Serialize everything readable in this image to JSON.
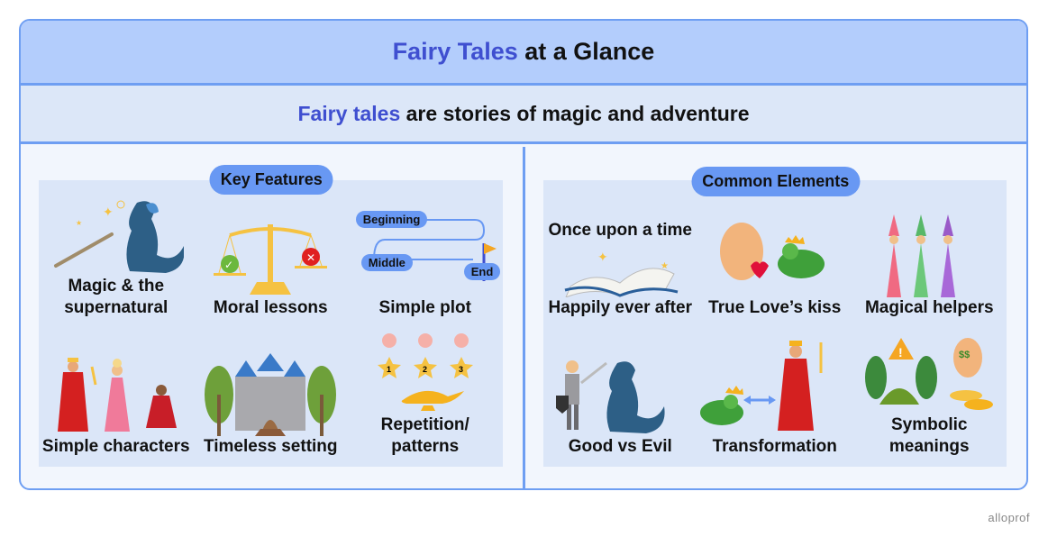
{
  "title": {
    "highlight": "Fairy Tales",
    "rest": " at a Glance"
  },
  "subtitle": {
    "highlight": "Fairy tales",
    "rest": " are stories of magic and adventure"
  },
  "colors": {
    "accent_text": "#3f4fd0",
    "title_bg": "#b3cdfc",
    "subtitle_bg": "#dce7f8",
    "border": "#6e9ef2",
    "pill": "#6898f3",
    "panel_bg": "#dbe6f8"
  },
  "key_features": {
    "heading": "Key Features",
    "items": [
      {
        "label": "Magic & the supernatural",
        "icon": "dragon-wand-icon"
      },
      {
        "label": "Moral lessons",
        "icon": "scales-icon"
      },
      {
        "label": "Simple plot",
        "icon": "plot-path-icon"
      },
      {
        "label": "Simple characters",
        "icon": "characters-icon"
      },
      {
        "label": "Timeless setting",
        "icon": "castle-icon"
      },
      {
        "label": "Repetition/ patterns",
        "icon": "pigs-stars-lamp-icon"
      }
    ],
    "plot_nodes": {
      "beginning": "Beginning",
      "middle": "Middle",
      "end": "End"
    },
    "star_numbers": [
      "1",
      "2",
      "3"
    ]
  },
  "common_elements": {
    "heading": "Common Elements",
    "items": [
      {
        "label": "Happily ever after",
        "top_label": "Once upon a time",
        "icon": "open-book-icon"
      },
      {
        "label": "True Love’s kiss",
        "icon": "kiss-frog-icon"
      },
      {
        "label": "Magical helpers",
        "icon": "fairies-icon"
      },
      {
        "label": "Good vs Evil",
        "icon": "knight-dragon-icon"
      },
      {
        "label": "Transformation",
        "icon": "frog-prince-icon"
      },
      {
        "label": "Symbolic meanings",
        "icon": "forest-warning-icon"
      }
    ]
  },
  "footer": {
    "brand": "alloprof"
  }
}
